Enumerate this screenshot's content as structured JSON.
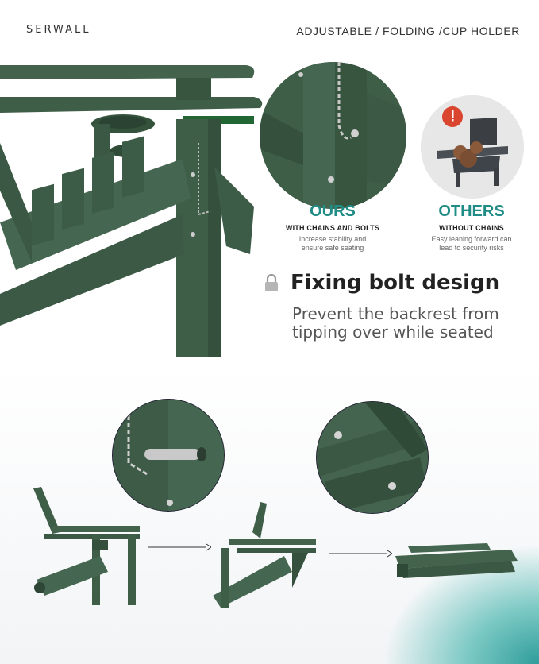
{
  "header": {
    "brand": "SERWALL",
    "tagline": "ADJUSTABLE / FOLDING /CUP HOLDER"
  },
  "comparison": {
    "ours": {
      "title": "OURS",
      "subtitle": "WITH CHAINS AND BOLTS",
      "desc_line1": "Increase stability and",
      "desc_line2": "ensure safe seating"
    },
    "others": {
      "title": "OTHERS",
      "subtitle": "WITHOUT CHAINS",
      "desc_line1": "Easy leaning forward can",
      "desc_line2": "lead to security risks"
    }
  },
  "feature": {
    "title": "Fixing bolt design",
    "line1": "Prevent the backrest from",
    "line2": "tipping over while seated",
    "icon": "lock-icon"
  },
  "colors": {
    "chair_green": "#3f5e48",
    "accent_teal": "#1f8c86",
    "warning_red": "#d9452f"
  }
}
